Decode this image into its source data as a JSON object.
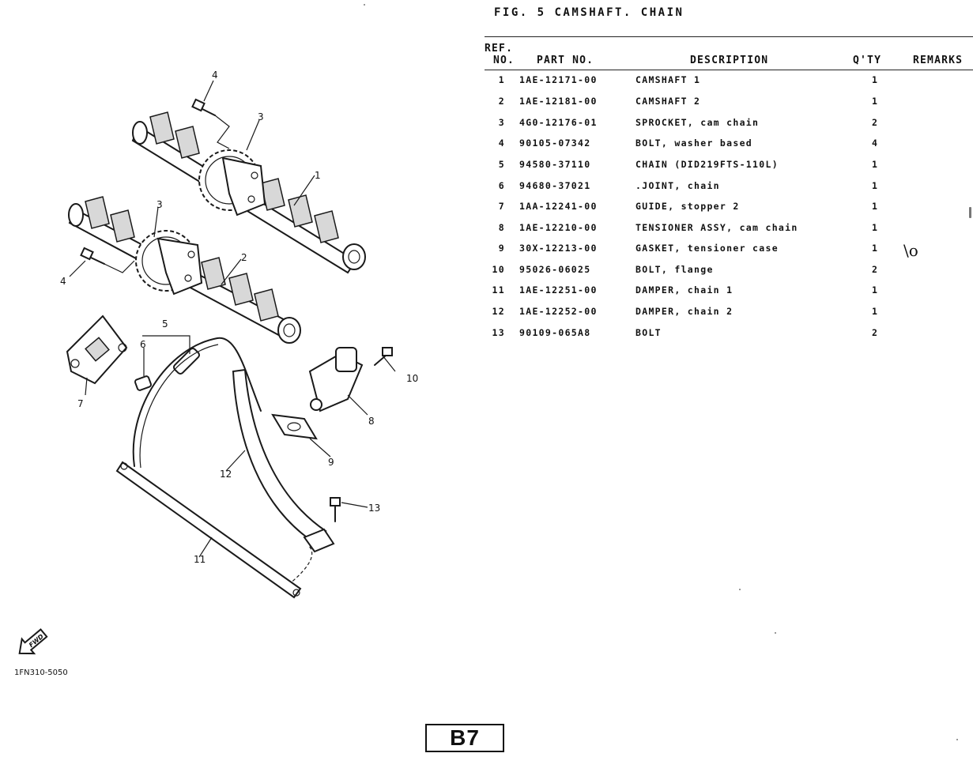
{
  "figure": {
    "title": "FIG.  5  CAMSHAFT. CHAIN"
  },
  "table": {
    "headers": {
      "ref_no_line1": "REF.",
      "ref_no_line2": "NO.",
      "part_no": "PART NO.",
      "description": "DESCRIPTION",
      "qty": "Q'TY",
      "remarks": "REMARKS"
    },
    "rows": [
      {
        "ref": "1",
        "part_no": "1AE-12171-00",
        "description": "CAMSHAFT 1",
        "qty": "1"
      },
      {
        "ref": "2",
        "part_no": "1AE-12181-00",
        "description": "CAMSHAFT 2",
        "qty": "1"
      },
      {
        "ref": "3",
        "part_no": "4G0-12176-01",
        "description": "SPROCKET, cam chain",
        "qty": "2"
      },
      {
        "ref": "4",
        "part_no": "90105-07342",
        "description": "BOLT, washer based",
        "qty": "4"
      },
      {
        "ref": "5",
        "part_no": "94580-37110",
        "description": "CHAIN (DID219FTS-110L)",
        "qty": "1"
      },
      {
        "ref": "6",
        "part_no": "94680-37021",
        "description": ".JOINT, chain",
        "qty": "1"
      },
      {
        "ref": "7",
        "part_no": "1AA-12241-00",
        "description": "GUIDE, stopper 2",
        "qty": "1"
      },
      {
        "ref": "8",
        "part_no": "1AE-12210-00",
        "description": "TENSIONER ASSY, cam chain",
        "qty": "1"
      },
      {
        "ref": "9",
        "part_no": "30X-12213-00",
        "description": "GASKET, tensioner case",
        "qty": "1"
      },
      {
        "ref": "10",
        "part_no": "95026-06025",
        "description": "BOLT, flange",
        "qty": "2"
      },
      {
        "ref": "11",
        "part_no": "1AE-12251-00",
        "description": "DAMPER, chain 1",
        "qty": "1"
      },
      {
        "ref": "12",
        "part_no": "1AE-12252-00",
        "description": "DAMPER, chain 2",
        "qty": "1"
      },
      {
        "ref": "13",
        "part_no": "90109-065A8",
        "description": "BOLT",
        "qty": "2"
      }
    ]
  },
  "handwritten_note": "\\o",
  "diagram": {
    "callouts": {
      "c1": "1",
      "c2": "2",
      "c3a": "3",
      "c3b": "3",
      "c4a": "4",
      "c4b": "4",
      "c5": "5",
      "c6": "6",
      "c7": "7",
      "c8": "8",
      "c9": "9",
      "c10": "10",
      "c11": "11",
      "c12": "12",
      "c13": "13"
    },
    "fwd_label": "FWD"
  },
  "reference_code": "1FN310-5050",
  "page_code": "B7"
}
